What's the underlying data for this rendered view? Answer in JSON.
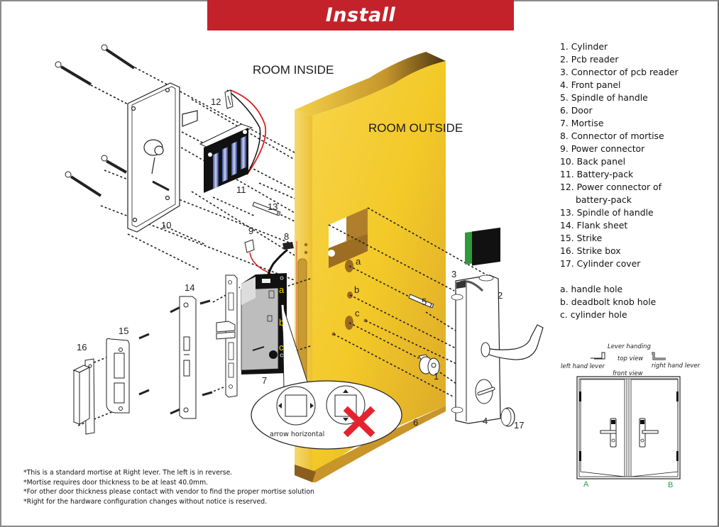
{
  "banner": {
    "title": "Install"
  },
  "labels": {
    "room_inside": "ROOM INSIDE",
    "room_outside": "ROOM OUTSIDE",
    "arrow_horizontal": "arrow horizontal",
    "parts": {
      "p1": "1",
      "p2": "2",
      "p3": "3",
      "p4": "4",
      "p5": "5",
      "p6": "6",
      "p7": "7",
      "p8": "8",
      "p9": "9",
      "p10": "10",
      "p11": "11",
      "p12": "12",
      "p13": "13",
      "p14": "14",
      "p15": "15",
      "p16": "16",
      "p17": "17"
    },
    "holes": {
      "a": "a",
      "b": "b",
      "c": "c"
    }
  },
  "legend": {
    "parts": [
      "1. Cylinder",
      "2. Pcb reader",
      "3. Connector of pcb reader",
      "4. Front panel",
      "5. Spindle of handle",
      "6. Door",
      "7. Mortise",
      "8. Connector of mortise",
      "9. Power connector",
      "10. Back panel",
      "11. Battery-pack",
      "12. Power connector of",
      "battery-pack",
      "13. Spindle of handle",
      "14. Flank sheet",
      "15. Strike",
      "16. Strike box",
      "17. Cylinder cover"
    ],
    "holes": [
      "a. handle hole",
      "b. deadbolt knob hole",
      "c. cylinder hole"
    ]
  },
  "handing": {
    "title": "Lever handing",
    "top_view": "top view",
    "left": "left hand lever",
    "right": "right hand lever",
    "front_view": "front view",
    "door_a": "A",
    "door_b": "B"
  },
  "notes": [
    "*This is a standard mortise at Right lever. The left is in reverse.",
    "*Mortise requires door thickness to be at least 40.0mm.",
    "*For other door thickness please contact with vendor to find the proper mortise solution",
    "*Right for the hardware configuration changes without notice is reserved."
  ],
  "colors": {
    "banner": "#c4222a",
    "door": "#f2c62e",
    "door_dark": "#b8862a",
    "hole_label": "#f1d700",
    "cross": "#e52330",
    "pcb": "#2e9a3a",
    "door_letters": "#1fa34a"
  }
}
